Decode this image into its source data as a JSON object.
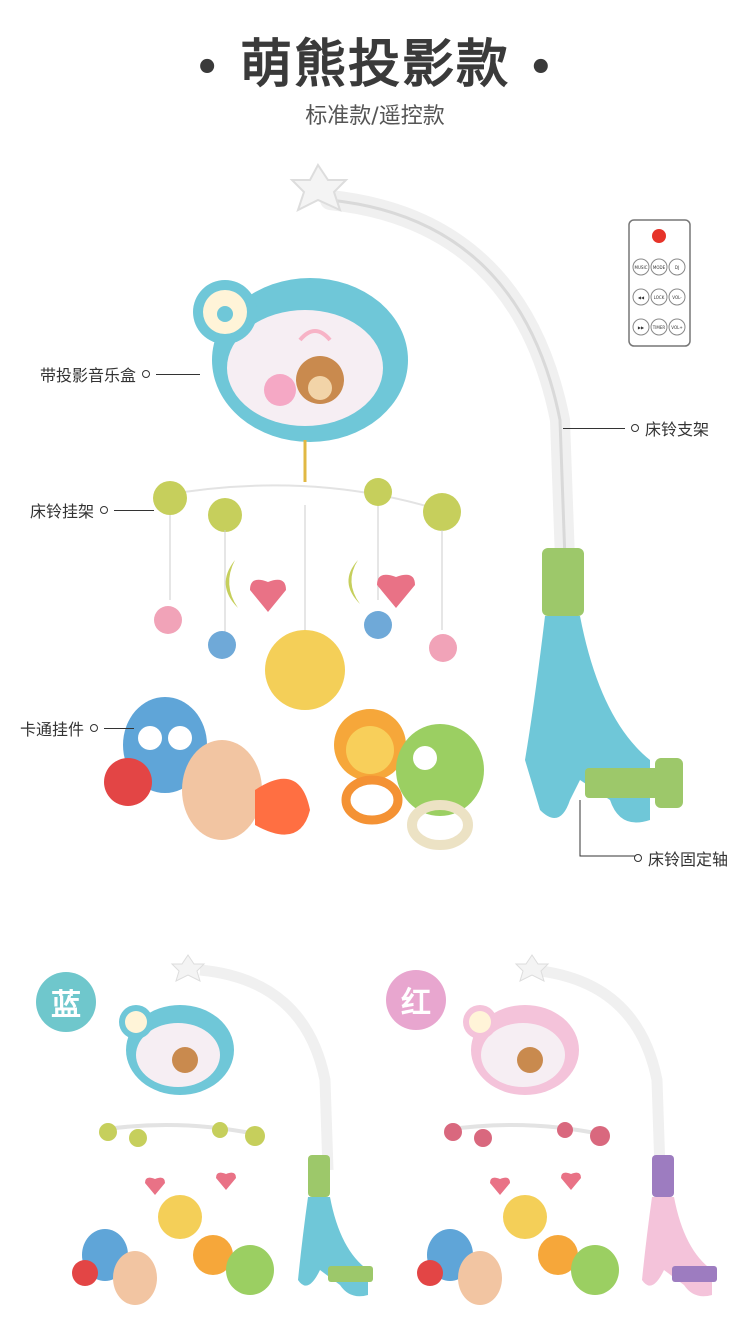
{
  "header": {
    "title": "萌熊投影款",
    "subtitle": "标准款/遥控款"
  },
  "callouts": {
    "music_box": "带投影音乐盒",
    "arm": "床铃支架",
    "hanger": "床铃挂架",
    "toys": "卡通挂件",
    "clamp": "床铃固定轴"
  },
  "remote": {
    "buttons": [
      "MUSIC",
      "MODE",
      "DJ",
      "◀◀",
      "LOCK",
      "VOL-",
      "▶▶",
      "TIMER",
      "VOL+"
    ]
  },
  "variants": [
    {
      "label": "蓝",
      "badge_color": "#6fc7cc"
    },
    {
      "label": "红",
      "badge_color": "#e8a6cf"
    }
  ],
  "colors": {
    "blue_body": "#6fc7d8",
    "pink_body": "#f4c3da",
    "green_ring": "#9dc86a",
    "purple_ring": "#9d7cc0"
  }
}
